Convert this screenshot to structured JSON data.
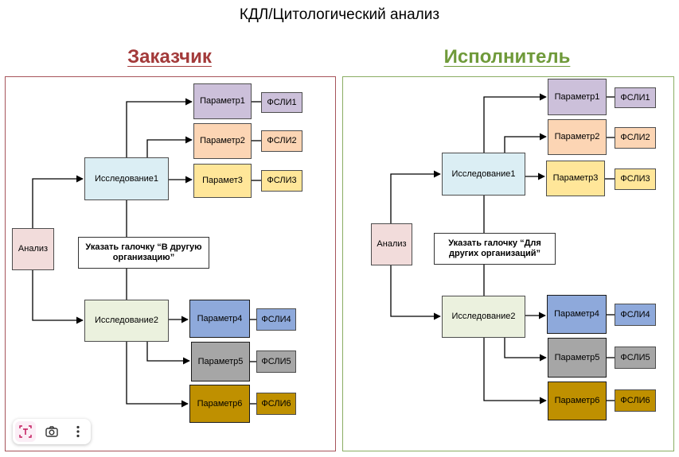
{
  "title": "КДЛ/Цитологический анализ",
  "colors": {
    "customer_accent": "#a33a3a",
    "executor_accent": "#6f9a3a",
    "analysis": "#f2dcdb",
    "study1": "#dbeef4",
    "study2": "#ebf1de",
    "param1": "#ccc0da",
    "param2": "#fcd5b4",
    "param3": "#ffe699",
    "param4": "#8ea9db",
    "param5": "#a6a6a6",
    "param6": "#bf9000"
  },
  "customer": {
    "heading": "Заказчик",
    "analysis": "Анализ",
    "study1": "Исследование1",
    "study2": "Исследование2",
    "note": "Указать галочку “В другую организацию”",
    "params": [
      "Параметр1",
      "Параметр2",
      "Парамет3",
      "Параметр4",
      "Параметр5",
      "Параметр6"
    ],
    "fsli": [
      "ФСЛИ1",
      "ФСЛИ2",
      "ФСЛИ3",
      "ФСЛИ4",
      "ФСЛИ5",
      "ФСЛИ6"
    ]
  },
  "executor": {
    "heading": "Исполнитель",
    "analysis": "Анализ",
    "study1": "Исследование1",
    "study2": "Исследование2",
    "note": "Указать галочку “Для других организаций”",
    "params": [
      "Параметр1",
      "Параметр2",
      "Параметр3",
      "Параметр4",
      "Параметр5",
      "Параметр6"
    ],
    "fsli": [
      "ФСЛИ1",
      "ФСЛИ2",
      "ФСЛИ3",
      "ФСЛИ4",
      "ФСЛИ5",
      "ФСЛИ6"
    ]
  },
  "toolbar": {
    "icons": [
      "text-select-icon",
      "camera-icon",
      "more-vertical-icon"
    ]
  }
}
